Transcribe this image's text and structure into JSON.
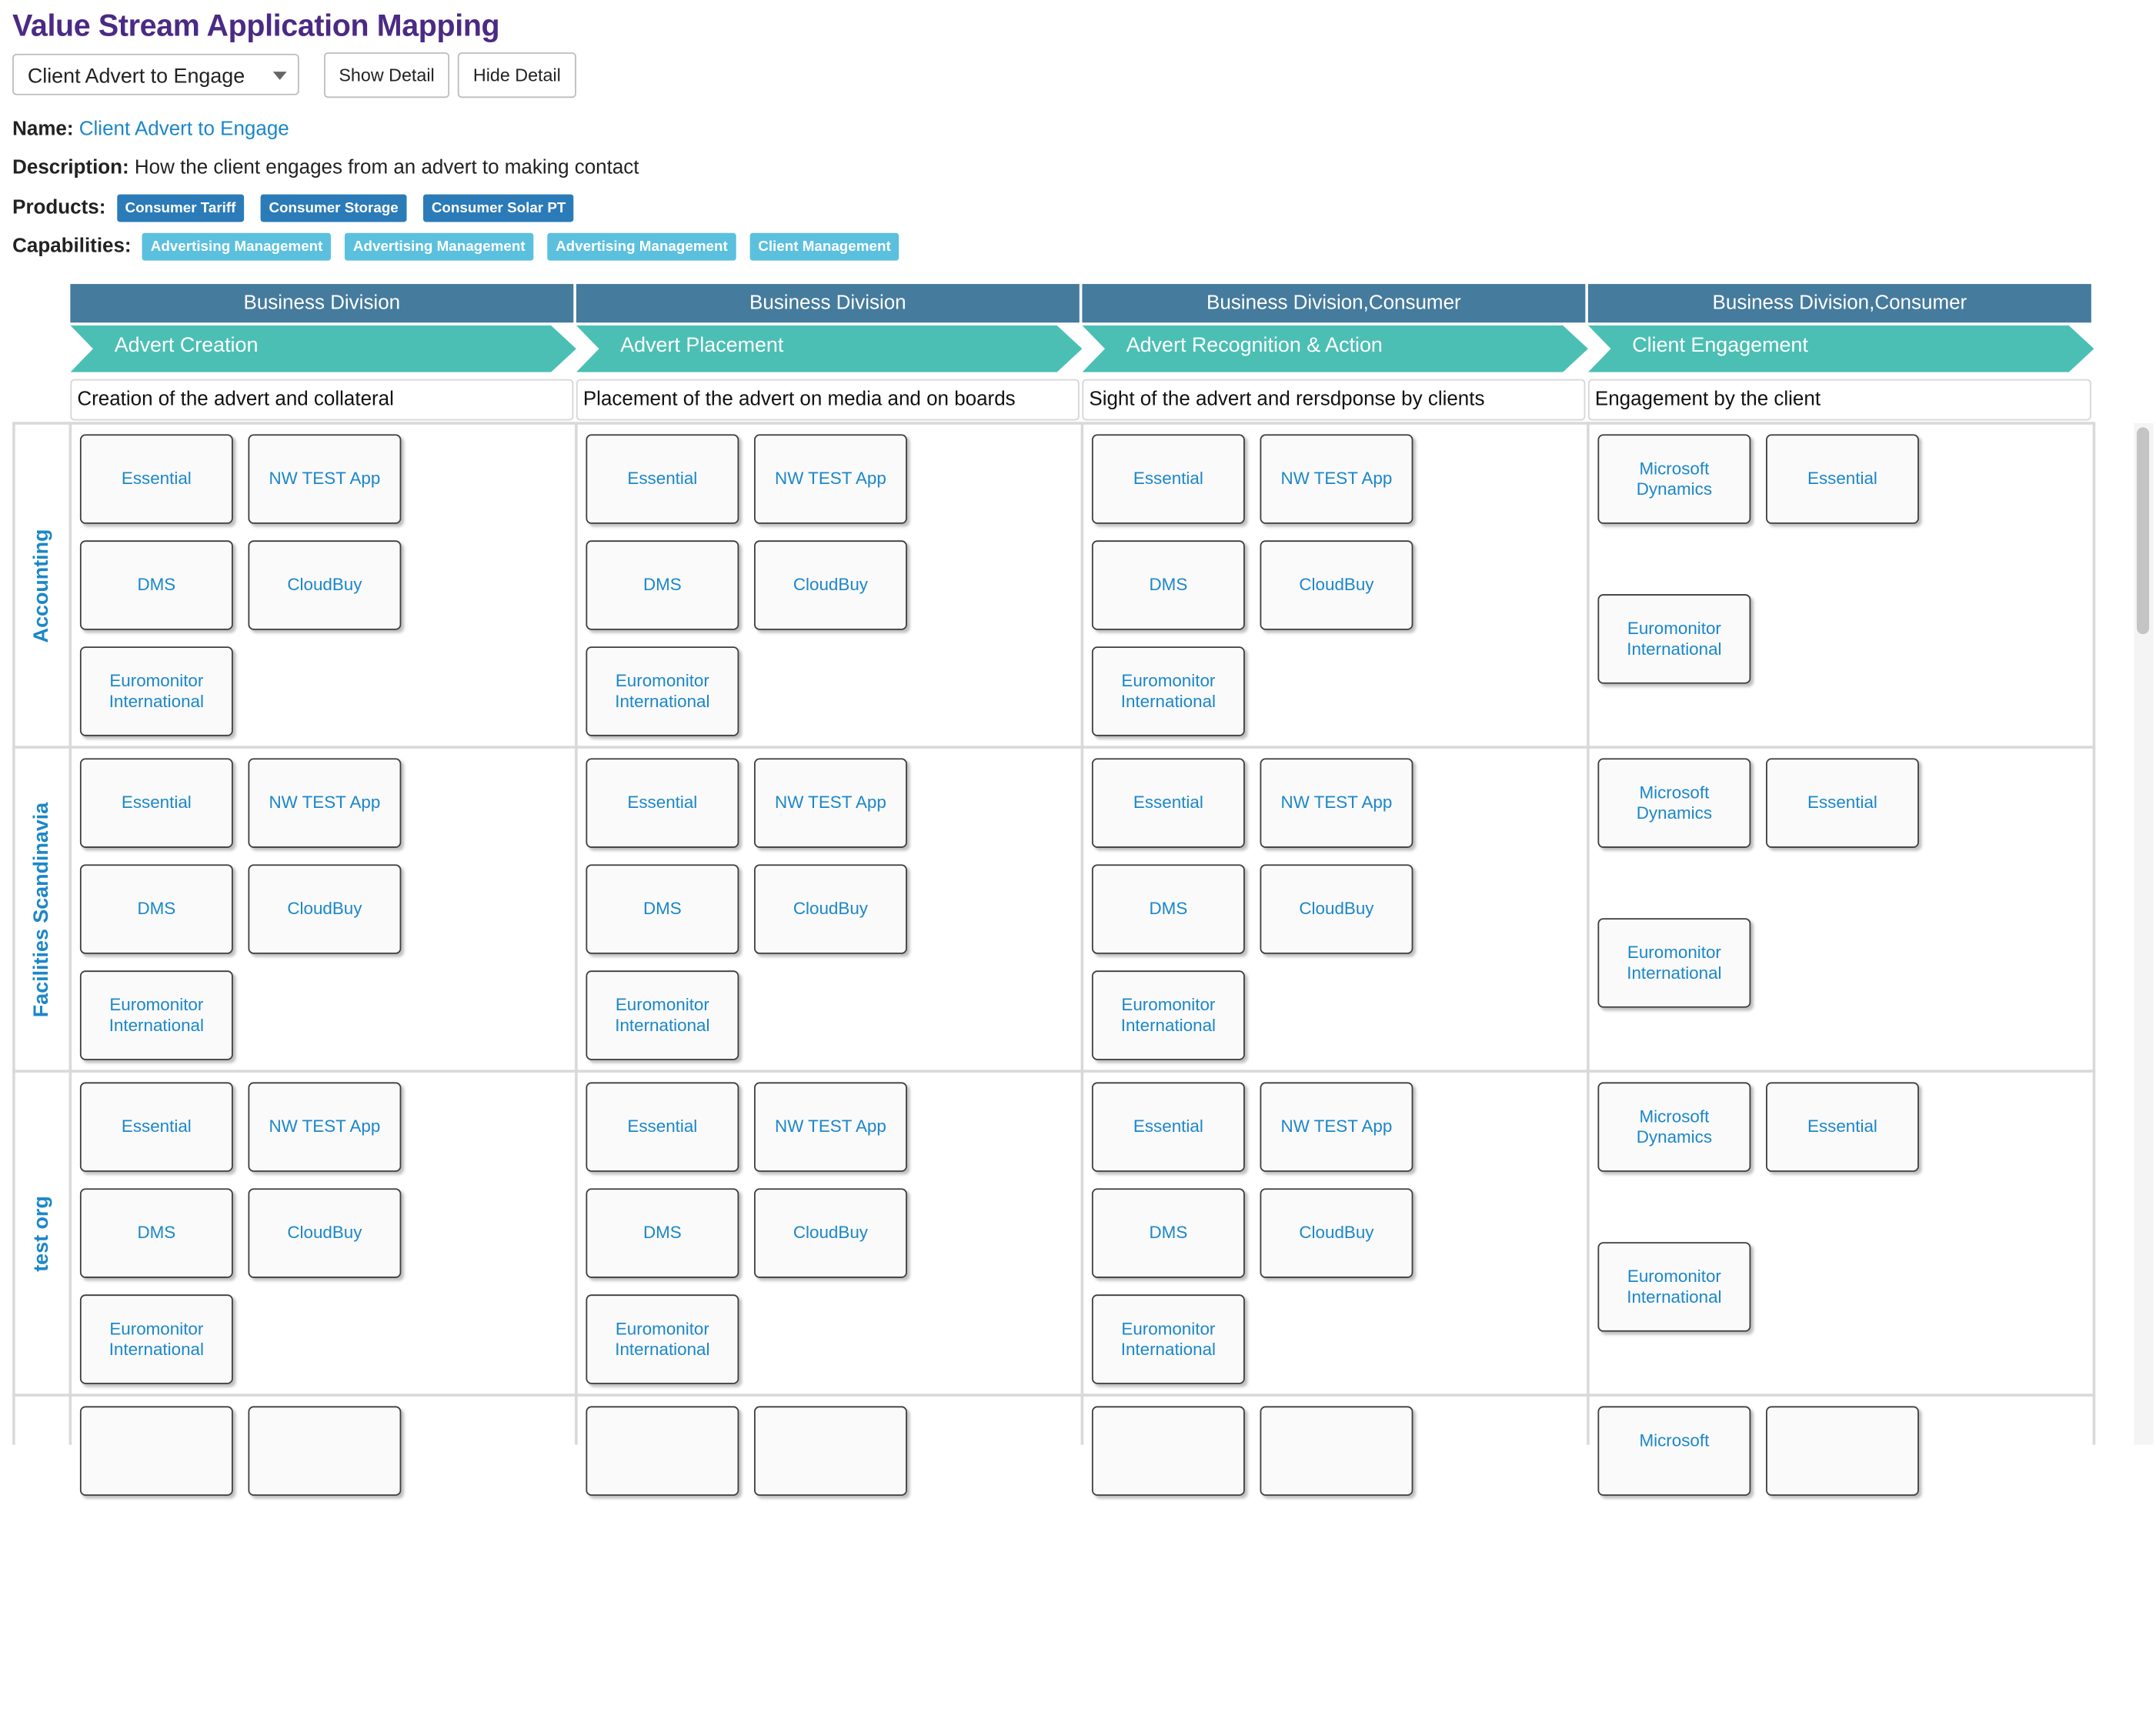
{
  "title": "Value Stream Application Mapping",
  "selector": {
    "selected": "Client Advert to Engage"
  },
  "buttons": {
    "show_detail": "Show Detail",
    "hide_detail": "Hide Detail"
  },
  "info": {
    "name_label": "Name:",
    "name_value": "Client Advert to Engage",
    "description_label": "Description:",
    "description_value": "How the client engages from an advert to making contact",
    "products_label": "Products:",
    "products": [
      "Consumer Tariff",
      "Consumer Storage",
      "Consumer Solar PT"
    ],
    "capabilities_label": "Capabilities:",
    "capabilities": [
      "Advertising Management",
      "Advertising Management",
      "Advertising Management",
      "Client Management"
    ]
  },
  "stages": [
    {
      "division": "Business Division",
      "name": "Advert Creation",
      "description": "Creation of the advert and collateral"
    },
    {
      "division": "Business Division",
      "name": "Advert Placement",
      "description": "Placement of the advert on media and on boards"
    },
    {
      "division": "Business Division,Consumer",
      "name": "Advert Recognition & Action",
      "description": "Sight of the advert and rersdponse by clients"
    },
    {
      "division": "Business Division,Consumer",
      "name": "Client Engagement",
      "description": "Engagement by the client"
    }
  ],
  "rows": [
    {
      "label": "Accounting",
      "cells": [
        [
          "Essential",
          "NW TEST App",
          "DMS",
          "CloudBuy",
          "Euromonitor International"
        ],
        [
          "Essential",
          "NW TEST App",
          "DMS",
          "CloudBuy",
          "Euromonitor International"
        ],
        [
          "Essential",
          "NW TEST App",
          "DMS",
          "CloudBuy",
          "Euromonitor International"
        ],
        [
          "Microsoft Dynamics",
          "Essential",
          "Euromonitor International"
        ]
      ]
    },
    {
      "label": "Facilities Scandinavia",
      "cells": [
        [
          "Essential",
          "NW TEST App",
          "DMS",
          "CloudBuy",
          "Euromonitor International"
        ],
        [
          "Essential",
          "NW TEST App",
          "DMS",
          "CloudBuy",
          "Euromonitor International"
        ],
        [
          "Essential",
          "NW TEST App",
          "DMS",
          "CloudBuy",
          "Euromonitor International"
        ],
        [
          "Microsoft Dynamics",
          "Essential",
          "Euromonitor International"
        ]
      ]
    },
    {
      "label": "test org",
      "cells": [
        [
          "Essential",
          "NW TEST App",
          "DMS",
          "CloudBuy",
          "Euromonitor International"
        ],
        [
          "Essential",
          "NW TEST App",
          "DMS",
          "CloudBuy",
          "Euromonitor International"
        ],
        [
          "Essential",
          "NW TEST App",
          "DMS",
          "CloudBuy",
          "Euromonitor International"
        ],
        [
          "Microsoft Dynamics",
          "Essential",
          "Euromonitor International"
        ]
      ]
    },
    {
      "label": "",
      "cells": [
        [
          "",
          ""
        ],
        [
          "",
          ""
        ],
        [
          "",
          ""
        ],
        [
          "Microsoft",
          ""
        ]
      ]
    }
  ],
  "colors": {
    "title": "#4b2a85",
    "division_header": "#457b9d",
    "chevron": "#4bbfb4",
    "link": "#1b87c9",
    "product_tag": "#2b7bb9",
    "capability_tag": "#5bc0de"
  }
}
